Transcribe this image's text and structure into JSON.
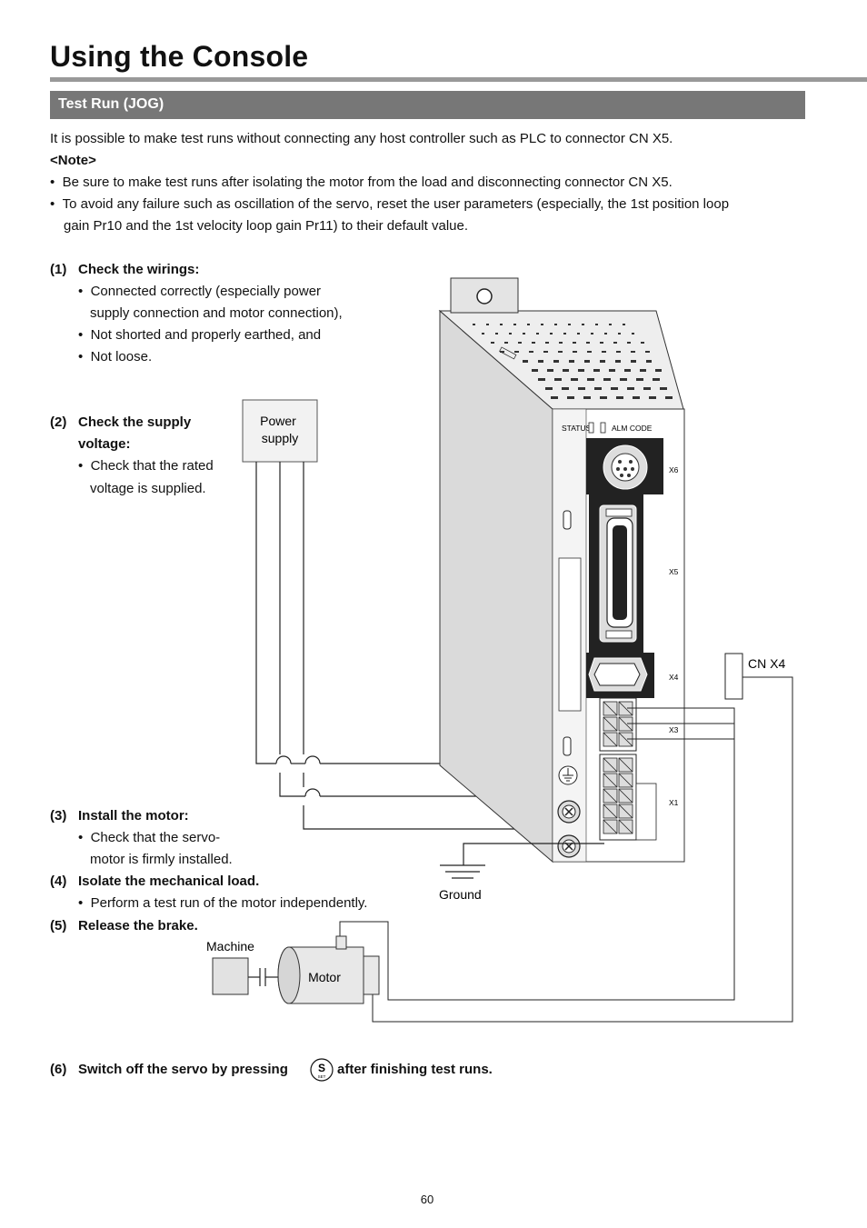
{
  "page": {
    "title": "Using the Console",
    "section": "Test Run (JOG)",
    "page_number": "60"
  },
  "intro": {
    "text": "It is possible to make test runs without connecting any host controller such as PLC to connector CN X5.",
    "note_label": "<Note>",
    "bullets": [
      "Be sure to make test runs after isolating the motor from the load and disconnecting connector CN X5.",
      "To avoid any failure such as oscillation of the servo, reset the user parameters (especially, the 1st position loop",
      "gain Pr10 and the 1st velocity loop gain Pr11) to their default value."
    ]
  },
  "steps": {
    "s1": {
      "num": "(1)",
      "title": "Check the wirings:",
      "lines": [
        "Connected correctly (especially power",
        "supply connection and motor connection),",
        "Not shorted and properly earthed, and",
        "Not loose."
      ]
    },
    "s2": {
      "num": "(2)",
      "title": [
        "Check the supply",
        "voltage:"
      ],
      "lines": [
        "Check that the rated",
        "voltage is supplied."
      ]
    },
    "s3": {
      "num": "(3)",
      "title": "Install the motor:",
      "lines": [
        "Check that the servo-",
        "motor is firmly installed."
      ]
    },
    "s4": {
      "num": "(4)",
      "title": "Isolate the mechanical load.",
      "lines": [
        "Perform a test run of the motor independently."
      ]
    },
    "s5": {
      "num": "(5)",
      "title": "Release the brake."
    },
    "s6": {
      "num": "(6)",
      "before": "Switch off the servo by pressing",
      "after": "after finishing test runs.",
      "key_label": "S",
      "key_sub": "SET"
    }
  },
  "diagram": {
    "power_supply": [
      "Power",
      "supply"
    ],
    "cn_x4": "CN X4",
    "ground": "Ground",
    "machine": "Machine",
    "motor": "Motor",
    "status": "STATUS",
    "alm_code": "ALM CODE",
    "x6": "X6",
    "x5": "X5",
    "x4": "X4",
    "x3": "X3",
    "x1": "X1"
  }
}
